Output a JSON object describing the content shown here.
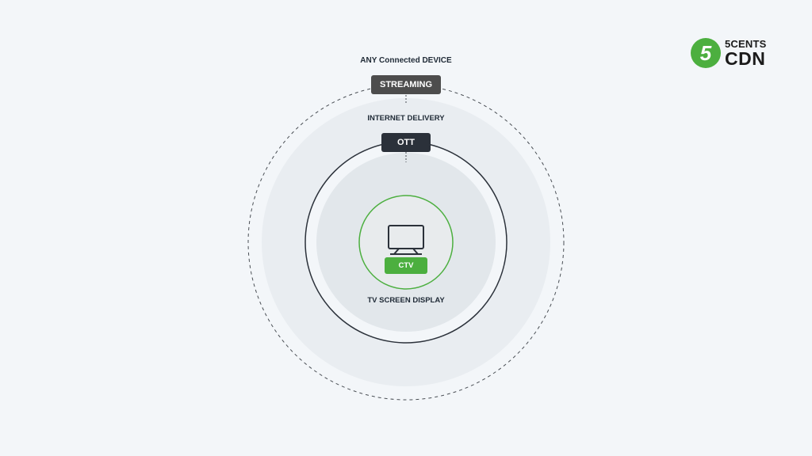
{
  "labels": {
    "any_device": "ANY Connected DEVICE",
    "internet_delivery": "INTERNET DELIVERY",
    "tv_screen": "TV SCREEN DISPLAY"
  },
  "tags": {
    "streaming": "STREAMING",
    "ott": "OTT",
    "ctv": "CTV"
  },
  "logo": {
    "digit": "5",
    "top": "5CENTS",
    "bottom": "CDN"
  },
  "icons": [
    "tv-monitor-icon"
  ],
  "colors": {
    "green": "#4caf3f",
    "dark_tag": "#2b313a",
    "gray_tag": "#4d4d4d"
  }
}
